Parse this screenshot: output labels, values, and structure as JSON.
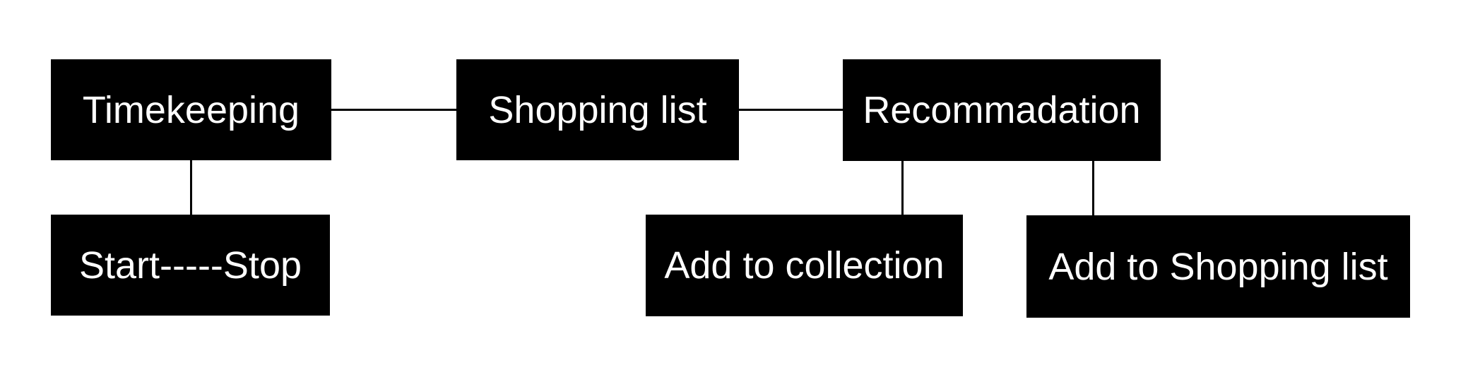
{
  "diagram": {
    "background_color": "#ffffff",
    "node_fill_color": "#000000",
    "node_text_color": "#ffffff",
    "connector_color": "#000000",
    "nodes": {
      "timekeeping": {
        "label": "Timekeeping"
      },
      "shopping_list": {
        "label": "Shopping list"
      },
      "recommadation": {
        "label": "Recommadation"
      },
      "start_stop": {
        "label": "Start-----Stop"
      },
      "add_to_collection": {
        "label": "Add to collection"
      },
      "add_to_shopping_list": {
        "label": "Add to Shopping list"
      }
    },
    "edges": [
      {
        "from": "Timekeeping",
        "to": "Shopping list",
        "orientation": "horizontal"
      },
      {
        "from": "Shopping list",
        "to": "Recommadation",
        "orientation": "horizontal"
      },
      {
        "from": "Timekeeping",
        "to": "Start-----Stop",
        "orientation": "vertical"
      },
      {
        "from": "Recommadation",
        "to": "Add to collection",
        "orientation": "vertical"
      },
      {
        "from": "Recommadation",
        "to": "Add to Shopping list",
        "orientation": "vertical"
      }
    ]
  }
}
